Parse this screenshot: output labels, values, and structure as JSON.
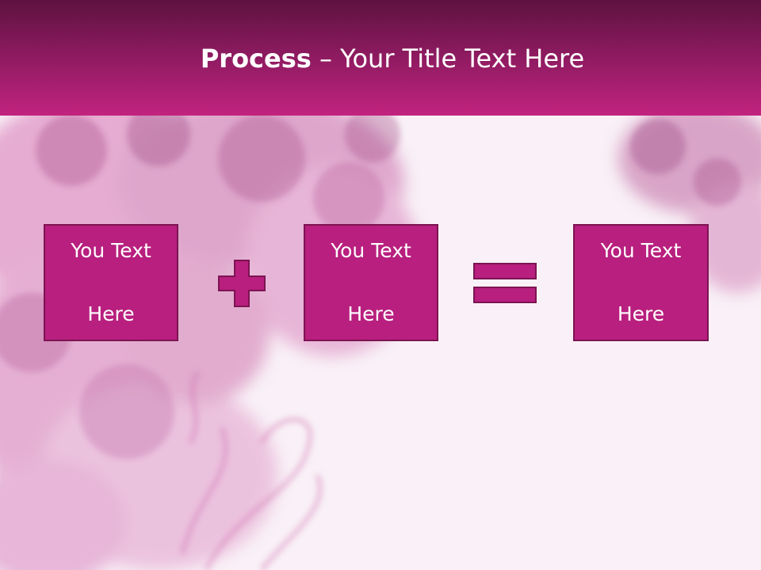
{
  "slide": {
    "title_bold": "Process",
    "title_rest": " – Your Title Text Here",
    "boxes": [
      {
        "line1": "You Text",
        "line2": "Here"
      },
      {
        "line1": "You Text",
        "line2": "Here"
      },
      {
        "line1": "You Text",
        "line2": "Here"
      }
    ],
    "operators": [
      "plus-icon",
      "equals-icon"
    ]
  },
  "colors": {
    "title_bar_top": "#5e1240",
    "title_bar_bottom": "#c2237f",
    "box_fill": "#b81f7e",
    "box_border": "#7c1452",
    "background": "#f9f1f7"
  }
}
